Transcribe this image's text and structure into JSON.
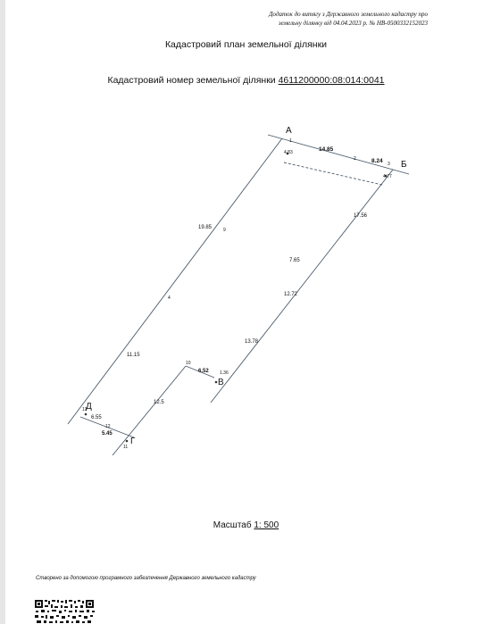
{
  "header": {
    "note_line1": "Додаток до витягу з Державного земельного кадастру про",
    "note_line2": "земельну ділянку від 04.04.2023 р. № НВ-0500332152023"
  },
  "document": {
    "title": "Кадастровий план земельної ділянки",
    "cadastral_label": "Кадастровий номер земельної ділянки",
    "cadastral_number": "4611200000:08:014:0041"
  },
  "plan": {
    "corners": {
      "a": "А",
      "b": "Б",
      "v": "В",
      "g": "Г",
      "d": "Д"
    },
    "dimensions": {
      "ab_left": "14.85",
      "ab_right": "8.24",
      "right_1": "17.56",
      "right_2": "7.65",
      "right_3": "12.72",
      "right_4": "13.78",
      "left_1": "19.85",
      "left_2": "11.15",
      "notch_top": "6.52",
      "notch_side": "12.5",
      "bottom_1": "6.55",
      "bottom_2": "5.45",
      "a_small": "4.83",
      "b_small": "4.77",
      "v_small": "1.36"
    },
    "points": {
      "p1": "1",
      "p2": "2",
      "p3": "3",
      "p4": "4",
      "p9": "9",
      "p10": "10",
      "p11": "11",
      "p12": "12",
      "p13": "13"
    }
  },
  "scale": {
    "label": "Масштаб",
    "value": "1: 500"
  },
  "footer": {
    "note": "Створено за допомогою програмного забезпечення Державного земельного кадастру"
  }
}
